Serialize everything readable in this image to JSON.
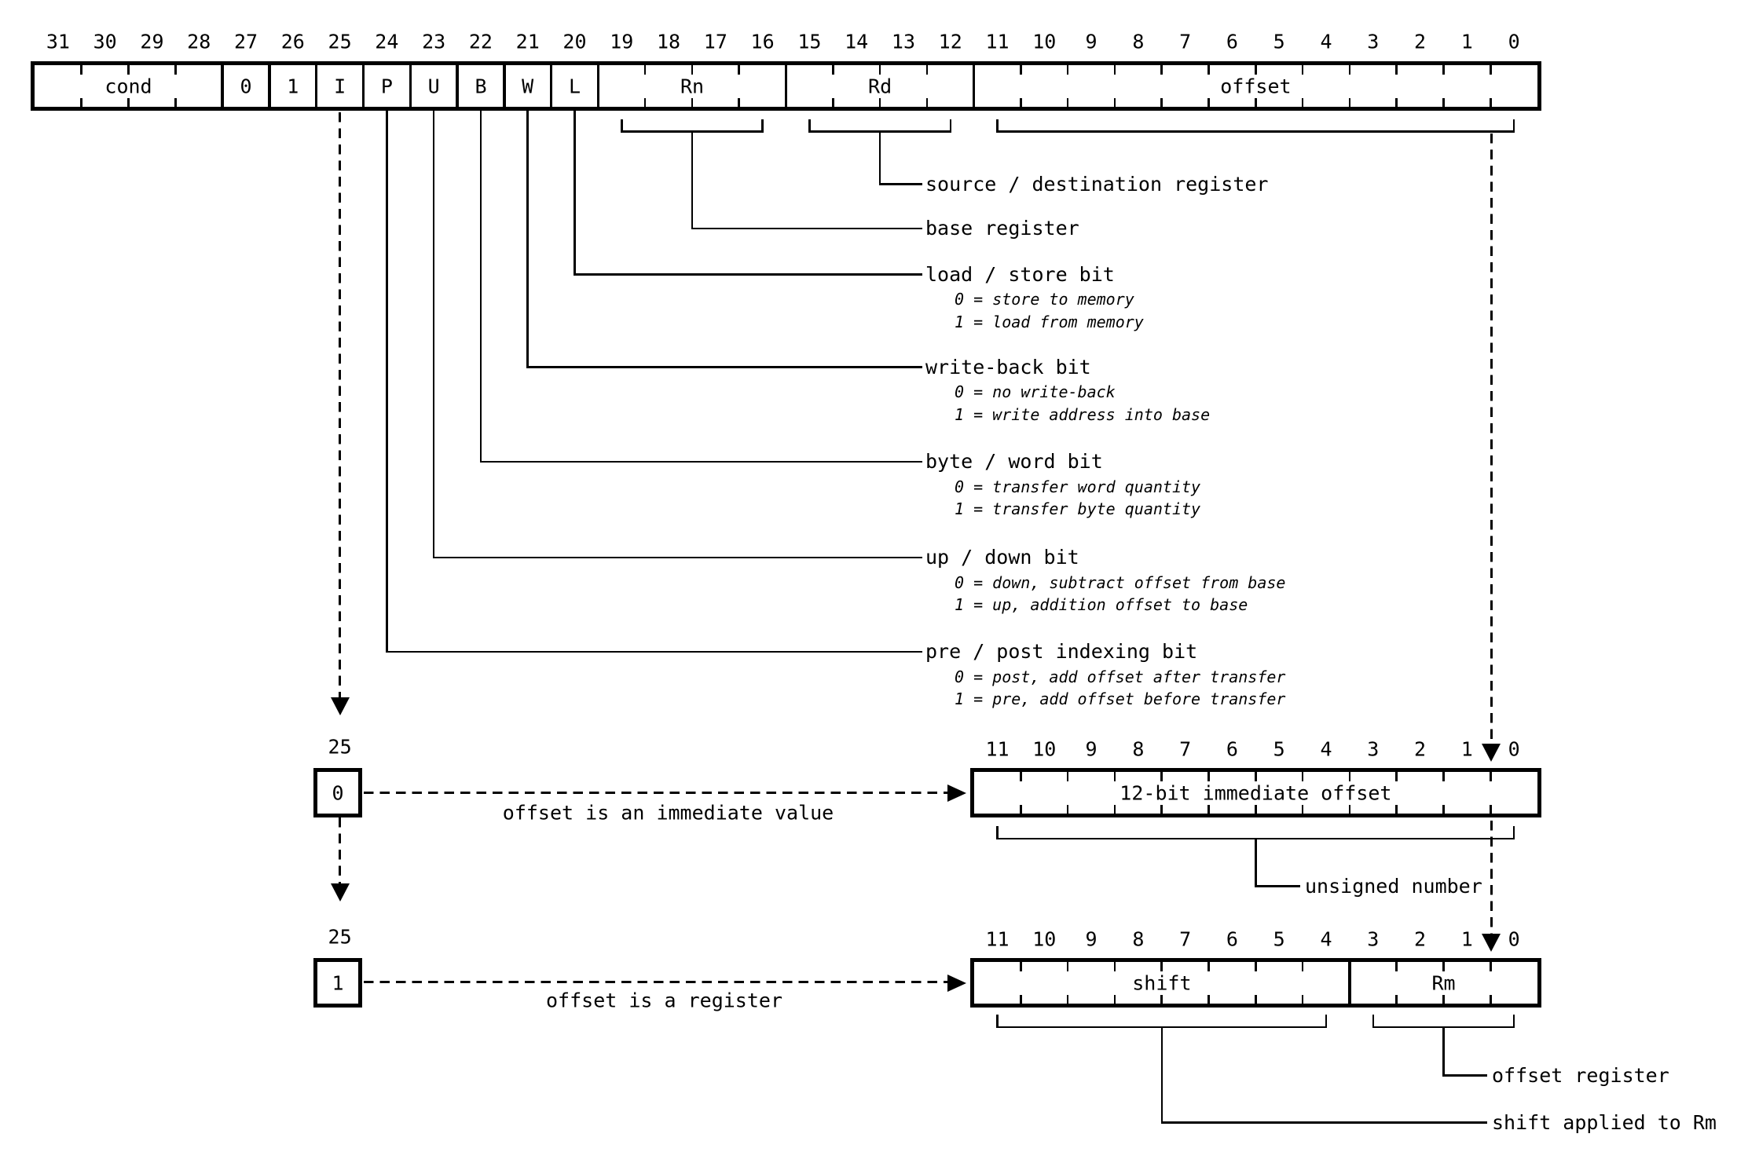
{
  "instruction": {
    "bit_numbers": [
      "31",
      "30",
      "29",
      "28",
      "27",
      "26",
      "25",
      "24",
      "23",
      "22",
      "21",
      "20",
      "19",
      "18",
      "17",
      "16",
      "15",
      "14",
      "13",
      "12",
      "11",
      "10",
      "9",
      "8",
      "7",
      "6",
      "5",
      "4",
      "3",
      "2",
      "1",
      "0"
    ],
    "fields": [
      {
        "label": "cond"
      },
      {
        "label": "0"
      },
      {
        "label": "1"
      },
      {
        "label": "I"
      },
      {
        "label": "P"
      },
      {
        "label": "U"
      },
      {
        "label": "B"
      },
      {
        "label": "W"
      },
      {
        "label": "L"
      },
      {
        "label": "Rn"
      },
      {
        "label": "Rd"
      },
      {
        "label": "offset"
      }
    ]
  },
  "callouts": {
    "rd": {
      "label": "source / destination register"
    },
    "rn": {
      "label": "base register"
    },
    "l": {
      "label": "load / store bit",
      "zero": "0 = store to memory",
      "one": "1 = load from memory"
    },
    "w": {
      "label": "write-back bit",
      "zero": "0 = no write-back",
      "one": "1 = write address into base"
    },
    "b": {
      "label": "byte / word bit",
      "zero": "0 = transfer word quantity",
      "one": "1 = transfer byte quantity"
    },
    "u": {
      "label": "up / down bit",
      "zero": "0 = down, subtract offset from base",
      "one": "1 = up, addition offset to base"
    },
    "p": {
      "label": "pre / post indexing bit",
      "zero": "0 = post, add offset after transfer",
      "one": "1 = pre, add offset before transfer"
    }
  },
  "immediate_variant": {
    "bit_label": "25",
    "bit_value": "0",
    "arrow_label": "offset is an immediate value",
    "bit_numbers": [
      "11",
      "10",
      "9",
      "8",
      "7",
      "6",
      "5",
      "4",
      "3",
      "2",
      "1",
      "0"
    ],
    "field_label": "12-bit immediate offset",
    "bracket_label": "unsigned number"
  },
  "register_variant": {
    "bit_label": "25",
    "bit_value": "1",
    "arrow_label": "offset is a register",
    "bit_numbers": [
      "11",
      "10",
      "9",
      "8",
      "7",
      "6",
      "5",
      "4",
      "3",
      "2",
      "1",
      "0"
    ],
    "fields": [
      {
        "label": "shift"
      },
      {
        "label": "Rm"
      }
    ],
    "rm_bracket_label": "offset register",
    "shift_bracket_label": "shift applied to Rm"
  }
}
